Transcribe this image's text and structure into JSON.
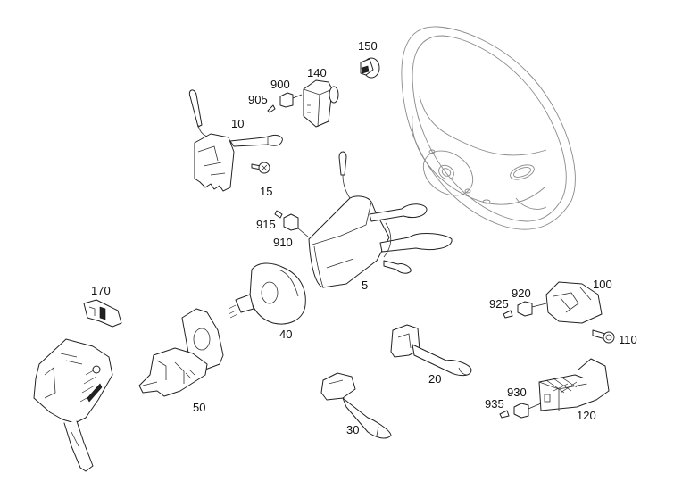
{
  "diagram": {
    "title": "Steering column switches exploded view",
    "parts": [
      {
        "id": "150",
        "label": "150",
        "name": "horn-contact"
      },
      {
        "id": "140",
        "label": "140",
        "name": "switch-module"
      },
      {
        "id": "900",
        "label": "900",
        "name": "bulb-holder"
      },
      {
        "id": "905",
        "label": "905",
        "name": "bulb"
      },
      {
        "id": "10",
        "label": "10",
        "name": "combination-switch"
      },
      {
        "id": "15",
        "label": "15",
        "name": "screw"
      },
      {
        "id": "915",
        "label": "915",
        "name": "bulb"
      },
      {
        "id": "910",
        "label": "910",
        "name": "bulb-holder"
      },
      {
        "id": "5",
        "label": "5",
        "name": "steering-column-switch-assembly"
      },
      {
        "id": "170",
        "label": "170",
        "name": "connector"
      },
      {
        "id": "40",
        "label": "40",
        "name": "clock-spring"
      },
      {
        "id": "50",
        "label": "50",
        "name": "steering-lock-housing"
      },
      {
        "id": "20",
        "label": "20",
        "name": "cruise-control-lever"
      },
      {
        "id": "30",
        "label": "30",
        "name": "steering-adjust-lever"
      },
      {
        "id": "100",
        "label": "100",
        "name": "switch-housing"
      },
      {
        "id": "920",
        "label": "920",
        "name": "bulb-holder"
      },
      {
        "id": "925",
        "label": "925",
        "name": "bulb"
      },
      {
        "id": "110",
        "label": "110",
        "name": "bolt"
      },
      {
        "id": "120",
        "label": "120",
        "name": "switch-housing"
      },
      {
        "id": "930",
        "label": "930",
        "name": "bulb-holder"
      },
      {
        "id": "935",
        "label": "935",
        "name": "bulb"
      }
    ],
    "labels": {
      "p150": "150",
      "p140": "140",
      "p900": "900",
      "p905": "905",
      "p10": "10",
      "p15": "15",
      "p915": "915",
      "p910": "910",
      "p5": "5",
      "p170": "170",
      "p40": "40",
      "p50": "50",
      "p20": "20",
      "p30": "30",
      "p100": "100",
      "p920": "920",
      "p925": "925",
      "p110": "110",
      "p120": "120",
      "p930": "930",
      "p935": "935"
    },
    "colors": {
      "line": "#222222",
      "wheel_line": "#8a8a8a",
      "background": "#ffffff"
    }
  }
}
